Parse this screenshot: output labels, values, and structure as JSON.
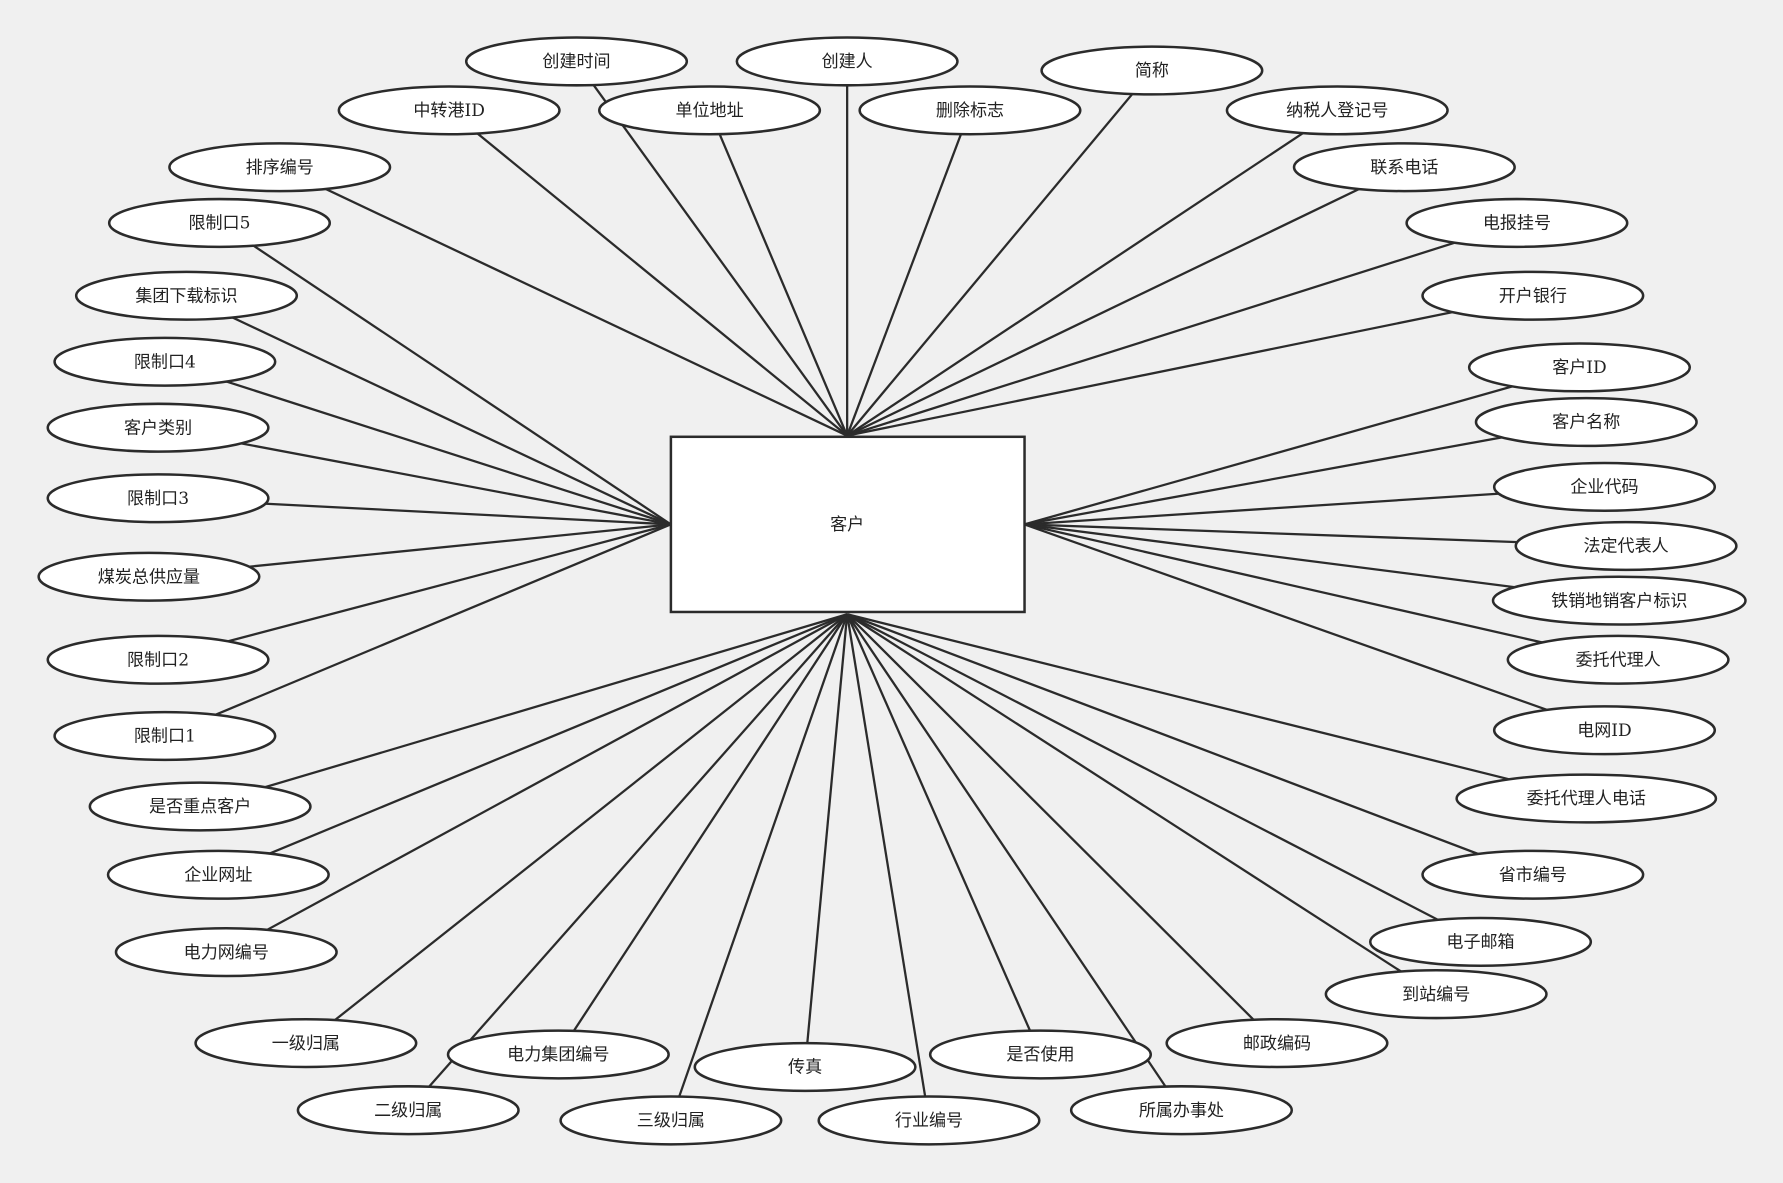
{
  "entity": {
    "label": "客户"
  },
  "attributes_top": [
    "创建时间",
    "创建人",
    "中转港ID",
    "单位地址",
    "删除标志",
    "简称",
    "纳税人登记号",
    "联系电话",
    "电报挂号",
    "开户银行",
    "排序编号"
  ],
  "attributes_left": [
    "限制口5",
    "集团下载标识",
    "限制口4",
    "客户类别",
    "限制口3",
    "煤炭总供应量",
    "限制口2",
    "限制口1"
  ],
  "attributes_right": [
    "客户ID",
    "客户名称",
    "企业代码",
    "法定代表人",
    "铁销地销客户标识",
    "委托代理人",
    "电网ID"
  ],
  "attributes_bottom": [
    "是否重点客户",
    "企业网址",
    "电力网编号",
    "一级归属",
    "二级归属",
    "电力集团编号",
    "三级归属",
    "传真",
    "行业编号",
    "是否使用",
    "所属办事处",
    "邮政编码",
    "到站编号",
    "电子邮箱",
    "省市编号",
    "委托代理人电话"
  ],
  "colors": {
    "background": "#f0f0f0",
    "stroke": "#2b2b2b",
    "fill": "#ffffff"
  }
}
